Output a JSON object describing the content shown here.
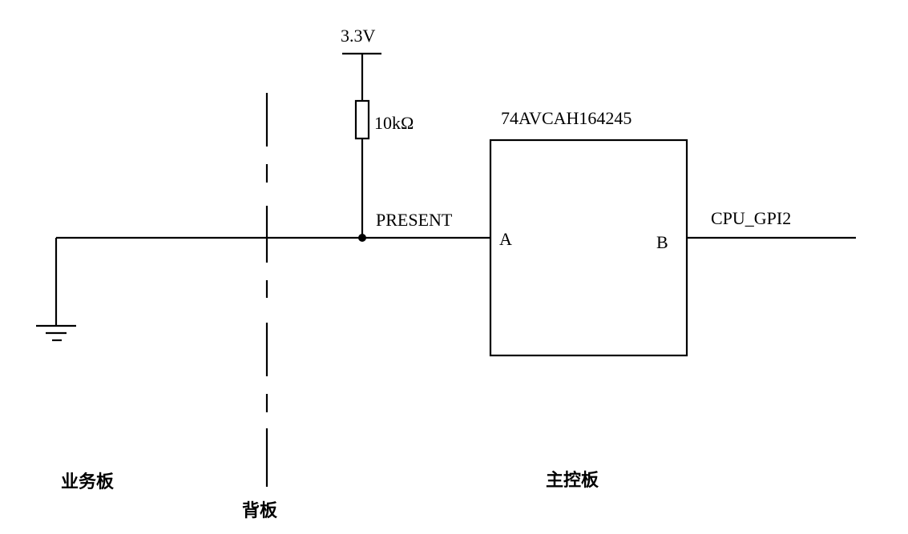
{
  "diagram": {
    "supply_label": "3.3V",
    "resistor_label": "10kΩ",
    "net_label": "PRESENT",
    "ic_label": "74AVCAH164245",
    "pin_a_label": "A",
    "pin_b_label": "B",
    "output_net_label": "CPU_GPI2",
    "business_board_label": "业务板",
    "backplane_label": "背板",
    "main_control_board_label": "主控板"
  }
}
